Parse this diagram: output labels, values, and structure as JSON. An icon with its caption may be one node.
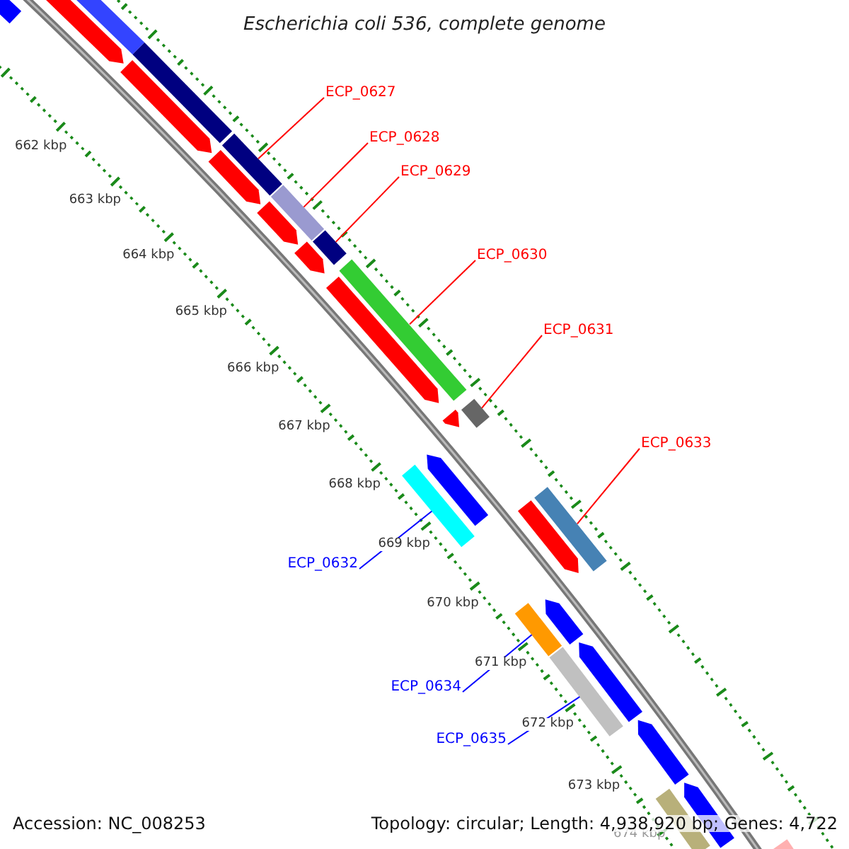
{
  "diagram": {
    "title": "Escherichia coli 536, complete genome",
    "nodes": [
      {
        "text": [
          "ECP_0627"
        ]
      },
      {
        "text": [
          "ECP_0628"
        ]
      },
      {
        "text": [
          "ECP_0629"
        ]
      },
      {
        "text": [
          "ECP_0630"
        ]
      },
      {
        "text": [
          "ECP_0631"
        ]
      },
      {
        "text": [
          "ECP_0633"
        ]
      },
      {
        "text": [
          "ECP_0632"
        ]
      },
      {
        "text": [
          "ECP_0634"
        ]
      },
      {
        "text": [
          "ECP_0635"
        ]
      },
      {
        "text": [],
        "shape": "bar"
      },
      {
        "text": [],
        "shape": "bar"
      },
      {
        "text": [],
        "shape": "bar"
      },
      {
        "text": [],
        "shape": "bar"
      },
      {
        "text": [],
        "shape": "bar"
      },
      {
        "text": [],
        "shape": "bar"
      },
      {
        "text": [],
        "shape": "bar"
      },
      {
        "text": [],
        "shape": "bar"
      },
      {
        "text": [],
        "shape": "bar"
      },
      {
        "text": [],
        "shape": "bar"
      },
      {
        "text": [],
        "shape": "bar"
      },
      {
        "text": [],
        "shape": "bar"
      },
      {
        "text": [],
        "shape": "bar"
      },
      {
        "text": [],
        "shape": "bar"
      },
      {
        "text": [],
        "shape": "bar"
      },
      {
        "text": [],
        "shape": "bar"
      },
      {
        "text": [],
        "shape": "bar"
      },
      {
        "text": [],
        "shape": "bar"
      },
      {
        "text": [],
        "shape": "bar"
      },
      {
        "text": [],
        "shape": "bar"
      },
      {
        "text": [],
        "shape": "bar"
      },
      {
        "text": [],
        "shape": "bar"
      },
      {
        "text": [],
        "shape": "bar"
      },
      {
        "text": [],
        "shape": "bar"
      },
      {
        "text": [],
        "shape": "bar"
      },
      {
        "text": [],
        "shape": "bar"
      },
      {
        "text": [],
        "shape": "bar"
      }
    ],
    "edges": [
      {
        "from": 0,
        "to": 9,
        "arrow": "none"
      },
      {
        "from": 1,
        "to": 10,
        "arrow": "none"
      },
      {
        "from": 2,
        "to": 11,
        "arrow": "none"
      },
      {
        "from": 3,
        "to": 12,
        "arrow": "none"
      },
      {
        "from": 4,
        "to": 13,
        "arrow": "none"
      },
      {
        "from": 5,
        "to": 14,
        "arrow": "none"
      },
      {
        "from": 6,
        "to": 15,
        "arrow": "none",
        "color": "#0000ff"
      },
      {
        "from": 7,
        "to": 16,
        "arrow": "none",
        "color": "#0000ff"
      },
      {
        "from": 8,
        "to": 17,
        "arrow": "none",
        "color": "#0000ff"
      }
    ],
    "labels": [
      "662 kbp",
      "663 kbp",
      "664 kbp",
      "665 kbp",
      "666 kbp",
      "667 kbp",
      "668 kbp",
      "669 kbp",
      "670 kbp",
      "671 kbp",
      "672 kbp",
      "673 kbp",
      "674 kbp",
      "Accession: NC_008253",
      "Topology: circular; Length: 4,938,920 bp; Genes: 4,722"
    ]
  }
}
